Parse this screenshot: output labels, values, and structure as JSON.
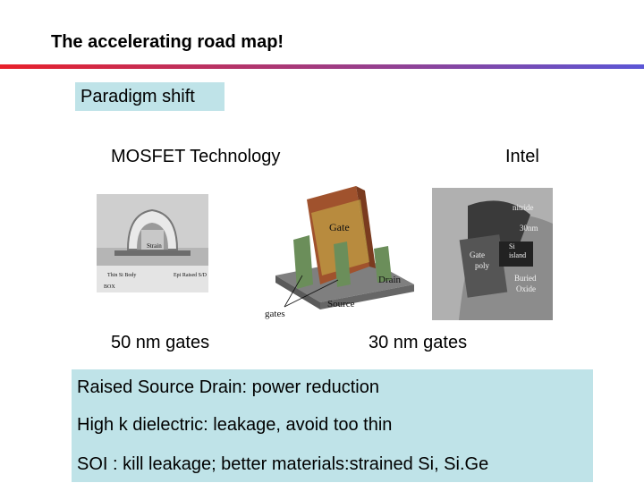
{
  "slide": {
    "title": "The accelerating road map!",
    "paradigm_label": "Paradigm shift",
    "left_heading": "MOSFET Technology",
    "right_heading": "Intel",
    "caption_left": "50 nm gates",
    "caption_right": "30 nm  gates",
    "rule_colors": {
      "left": "#e8202a",
      "right": "#5b56d6"
    },
    "box_color": "#bfe3e8"
  },
  "image1": {
    "labels": [
      "Strain",
      "Thin Si Body",
      "Epi Raised S/D",
      "BOX"
    ]
  },
  "image2": {
    "labels": [
      "Gate",
      "Drain",
      "Source",
      "gates"
    ]
  },
  "image3": {
    "labels": [
      "nitride",
      "30nm",
      "Si",
      "island",
      "Gate",
      "poly",
      "Buried",
      "Oxide"
    ]
  },
  "bullets": [
    "Raised Source Drain:  power reduction",
    "High k dielectric: leakage, avoid too thin",
    "SOI : kill leakage; better materials:strained Si, Si.Ge"
  ]
}
